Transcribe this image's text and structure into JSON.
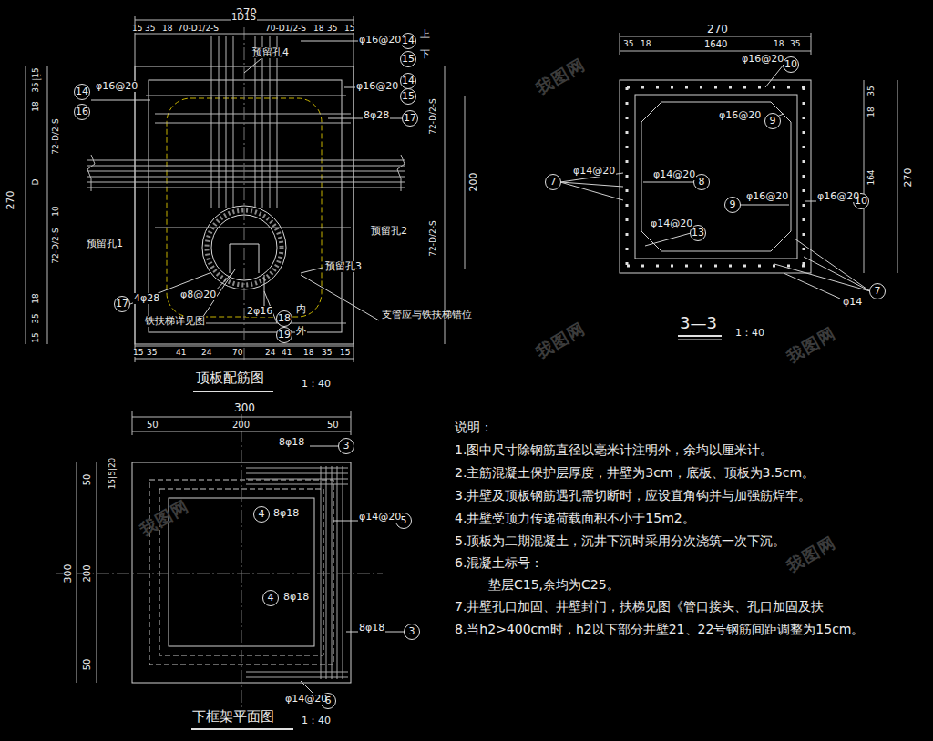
{
  "diagram": {
    "labels": [
      "270",
      "15",
      "35",
      "18",
      "70-D1/2-S",
      "1D1S",
      "70-D1/2-S",
      "18",
      "35",
      "15",
      "预留孔4",
      "φ16@20",
      "14",
      "上",
      "15",
      "下",
      "φ16@20",
      "14",
      "15",
      "8φ28",
      "17",
      "上",
      "φ16@20",
      "14",
      "16",
      "270",
      "15",
      "35",
      "18",
      "72-D/2-S",
      "10",
      "D",
      "72-D/2-S",
      "18",
      "35",
      "15",
      "72-D/2-S",
      "200",
      "72-D/2-S",
      "预留孔1",
      "预留孔2",
      "预留孔3",
      "17",
      "4φ28",
      "φ8@20",
      "铁扶梯详见图",
      "2φ16",
      "18",
      "内",
      "19",
      "外",
      "支管应与铁扶梯错位",
      "15",
      "35",
      "41",
      "24",
      "70",
      "24",
      "41",
      "18",
      "35",
      "15",
      "顶板配筋图",
      "1：40",
      "270",
      "35",
      "18",
      "1640",
      "18",
      "35",
      "φ16@20",
      "10",
      "φ16@20",
      "9",
      "7",
      "φ14@20",
      "φ14@20",
      "8",
      "9",
      "φ16@20",
      "φ16@20",
      "10",
      "φ14@20",
      "13",
      "φ14",
      "7",
      "18",
      "35",
      "164",
      "270",
      "3—3",
      "1：40",
      "300",
      "50",
      "200",
      "50",
      "300",
      "50",
      "200",
      "50",
      "15|5|20",
      "8φ18",
      "3",
      "4",
      "8φ18",
      "φ14@20",
      "5",
      "4",
      "8φ18",
      "8φ18",
      "3",
      "φ14@20",
      "6",
      "下框架平面图",
      "1：40",
      "说明：",
      "1.图中尺寸除钢筋直径以毫米计注明外，余均以厘米计。",
      "2.主筋混凝土保护层厚度，井壁为3cm，底板、顶板为3.5cm。",
      "3.井壁及顶板钢筋遇孔需切断时，应设直角钩并与加强筋焊牢。",
      "4.井壁受顶力传递荷载面积不小于15m2。",
      "5.顶板为二期混凝土，沉井下沉时采用分次浇筑一次下沉。",
      "6.混凝土标号：",
      "垫层C15,余均为C25。",
      "7.井壁孔口加固、井壁封门，扶梯见图《管口接头、孔口加固及扶",
      "8.当h2>400cm时，h2以下部分井壁21、22号钢筋间距调整为15cm。",
      "我图网",
      "我图网",
      "我图网",
      "我图网",
      "我图网"
    ]
  }
}
